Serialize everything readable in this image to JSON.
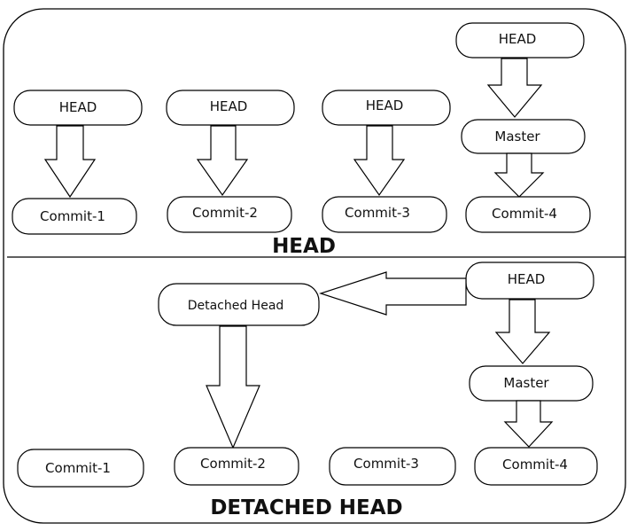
{
  "top_section": {
    "title": "HEAD",
    "heads": [
      "HEAD",
      "HEAD",
      "HEAD",
      "HEAD"
    ],
    "master": "Master",
    "commits": [
      "Commit-1",
      "Commit-2",
      "Commit-3",
      "Commit-4"
    ]
  },
  "bottom_section": {
    "title": "DETACHED HEAD",
    "head": "HEAD",
    "detached_head": "Detached Head",
    "master": "Master",
    "commits": [
      "Commit-1",
      "Commit-2",
      "Commit-3",
      "Commit-4"
    ]
  }
}
